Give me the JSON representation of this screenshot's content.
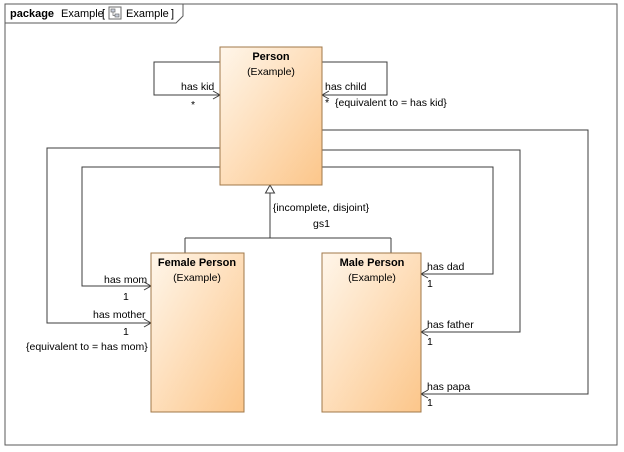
{
  "colors": {
    "frame_border": "#5a5a5a",
    "class_border": "#a0784a",
    "class_fill_top": "#fff3e0",
    "class_fill_bottom": "#fcc98c",
    "line": "#3c3c3c",
    "icon_fill": "#c9cfdc"
  },
  "frame": {
    "keyword": "package",
    "name": "Example",
    "bracket_open": "[",
    "diagram_name": "Example",
    "bracket_close": "]",
    "icon": "class-diagram-icon"
  },
  "classes": {
    "person": {
      "name": "Person",
      "stereotype": "(Example)"
    },
    "female": {
      "name": "Female Person",
      "stereotype": "(Example)"
    },
    "male": {
      "name": "Male Person",
      "stereotype": "(Example)"
    }
  },
  "generalization": {
    "constraint": "{incomplete, disjoint}",
    "set_name": "gs1"
  },
  "associations": {
    "has_kid": {
      "label": "has kid",
      "mult": "*"
    },
    "has_child": {
      "label": "has child",
      "mult": "*",
      "constraint": "{equivalent to = has kid}"
    },
    "has_mom": {
      "label": "has mom",
      "mult": "1"
    },
    "has_mother": {
      "label": "has mother",
      "mult": "1",
      "constraint": "{equivalent to = has mom}"
    },
    "has_dad": {
      "label": "has dad",
      "mult": "1"
    },
    "has_father": {
      "label": "has father",
      "mult": "1"
    },
    "has_papa": {
      "label": "has papa",
      "mult": "1"
    }
  }
}
